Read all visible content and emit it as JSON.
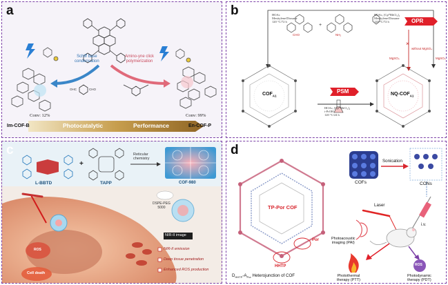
{
  "panels": {
    "a": {
      "label": "a",
      "schiff": [
        "Schiff base",
        "condensation"
      ],
      "aminoyne": [
        "Amino-yne click",
        "polymerization"
      ],
      "reagent_left": "OHC",
      "reagent_right": "CHO",
      "conv_left": "Conv: 12%",
      "conv_right": "Conv: 99%",
      "cof_left": "Im-COF-B",
      "cof_right": "En-COF-P",
      "bar_word1": "Photocatalytic",
      "bar_word2": "Performance"
    },
    "b": {
      "label": "b",
      "cond1": [
        "HOAc",
        "Mesitylene/Dioxane",
        "120 °C/72 h"
      ],
      "cond2": [
        "HOAc, [Cp*RhCl₂]₂",
        "Mesitylene/Dioxane",
        "120 °C/72 h"
      ],
      "cond3": [
        "HOAc, [Cp*RhCl₂]₂",
        "i-PrOH",
        "120 °C/24 h"
      ],
      "opr": "OPR",
      "psm": "PSM",
      "mgso4_1": "MgSO₄",
      "mgso4_2": "MgSO₄",
      "without": "without MgSO₄",
      "cho": "CHO",
      "nh2": "NH₂",
      "plus": "+",
      "cof_a1": "COF",
      "cof_a1_sub": "A1",
      "nq_cof": "NQ-COF",
      "nq_cof_sub": "A1"
    },
    "c": {
      "label": "c",
      "lbbtd": "L-BBTD",
      "tapp": "TAPP",
      "plus": "+",
      "reticular": [
        "Reticular",
        "chemistry"
      ],
      "cof": "COF-980",
      "dspe": [
        "DSPE-PEG",
        "5000"
      ],
      "nir_image": "NIR-II image",
      "ros": "ROS",
      "cell_death": "Cell death",
      "bullets": [
        "NIR-II emission",
        "Deep tissue penetration",
        "Enhanced ROS production"
      ]
    },
    "d": {
      "label": "d",
      "cofs": "COFs",
      "sonication": "Sonication",
      "cons": "CONs",
      "laser": "Laser",
      "iv": "i.v.",
      "tp_por": "TP-Por COF",
      "por": "Por",
      "hhtp": "HHTP",
      "heterojunction_pre": "D",
      "heterojunction_sub1": "HHTP",
      "heterojunction_mid": "-A",
      "heterojunction_sub2": "Por",
      "heterojunction_post": " Heterojunction of COF",
      "pai": [
        "Photoacoustic",
        "imaging (PAI)"
      ],
      "ptt": [
        "Photothermal",
        "therapy (PTT)"
      ],
      "pdt": [
        "Photodynamic",
        "therapy (PDT)"
      ],
      "ros": "ROS"
    }
  },
  "colors": {
    "border": "#7b3fa6",
    "opr_red": "#e0202a",
    "bar_brown": "#b5883b",
    "tp_red": "#d8262e",
    "schiff_blue": "#3a86c8",
    "amino_pink": "#e06a7a"
  }
}
